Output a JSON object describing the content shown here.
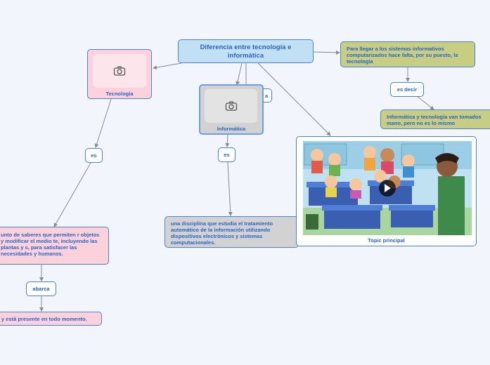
{
  "title_node": "Diferencia entre tecnología e informática",
  "tecnologia": {
    "label": "Tecnología",
    "icon": "camera-icon"
  },
  "informatica": {
    "label": "Informática",
    "icon": "camera-icon",
    "partial_label": "a"
  },
  "es_left": "es",
  "es_mid": "es",
  "definicion_tecnologia": "unto de saberes que permiten r objetos y modificar el medio te, incluyendo las plantas y s, para satisfacer las necesidades y humanos.",
  "abarca": "abarca",
  "presente": "y está presente en todo momento.",
  "definicion_informatica": "una disciplina que estudia el tratamiento automático de la información utilizando dispositivos electrónicos y sistemas computacionales.",
  "para_llegar": "Para llegar a los sistemas informativos computarizados hace falta, por su puesto, la tecnología",
  "es_decir": "es decir",
  "conclusion": "Informática y tecnología van tomados mano, pero no es lo mismo",
  "topic": {
    "label": "Topic principal",
    "icon": "play-icon"
  },
  "colors": {
    "title_fill": "#c2e0f5",
    "pink_fill": "#fbd2dc",
    "gray_fill": "#d2d2d2",
    "olive_fill": "#c7cd82",
    "border_blue": "#4b82d8",
    "text_blue": "#2b63c8",
    "line": "#858b97"
  }
}
